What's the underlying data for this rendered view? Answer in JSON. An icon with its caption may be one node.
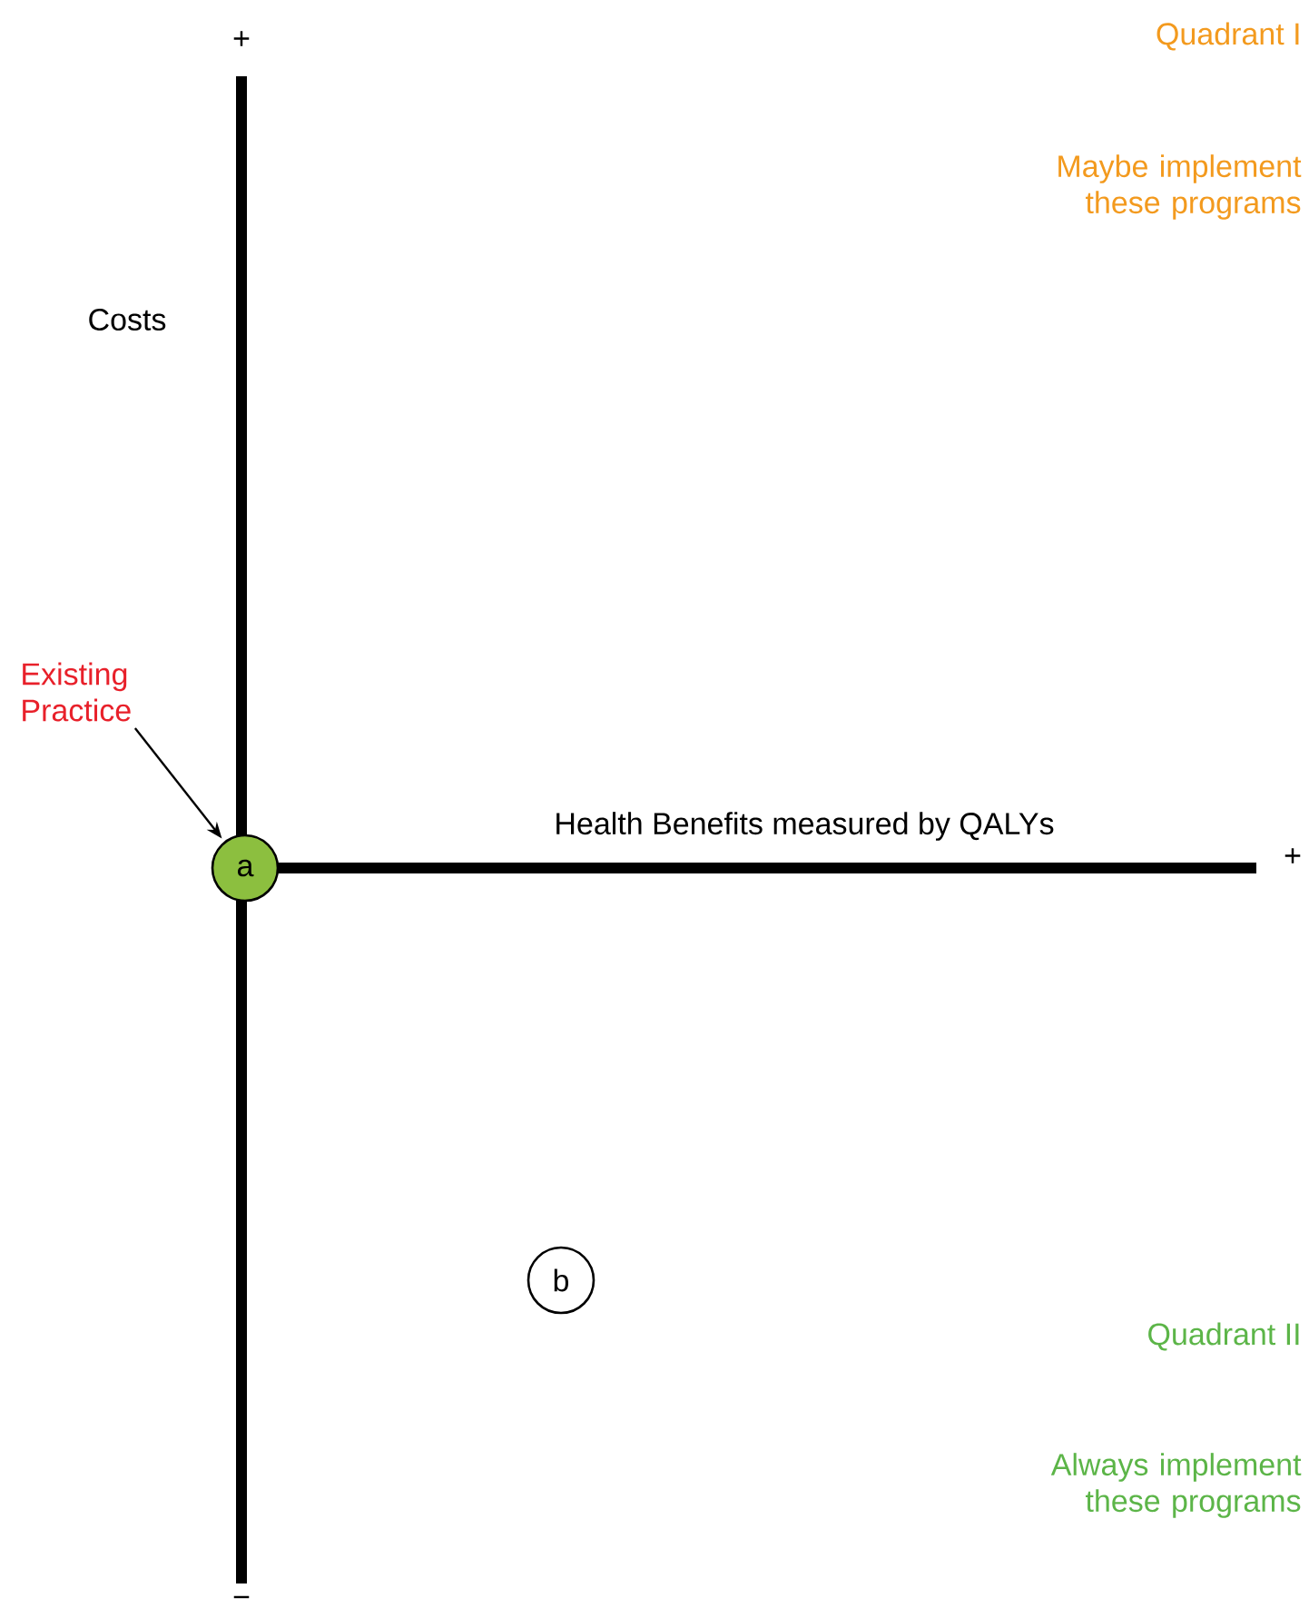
{
  "diagram": {
    "nodes": [
      {
        "text": [
          "Existing Practice"
        ]
      },
      {
        "text": [
          "a"
        ]
      },
      {
        "text": [
          "b"
        ]
      }
    ],
    "edges": [
      {
        "from": 0,
        "to": 1,
        "arrow": "to"
      }
    ],
    "labels": [
      "+",
      "Costs",
      "Health Benefits measured by QALYs",
      "+",
      "−",
      "Quadrant I",
      "Maybe implement these programs",
      "Quadrant II",
      "Always implement these programs"
    ]
  }
}
